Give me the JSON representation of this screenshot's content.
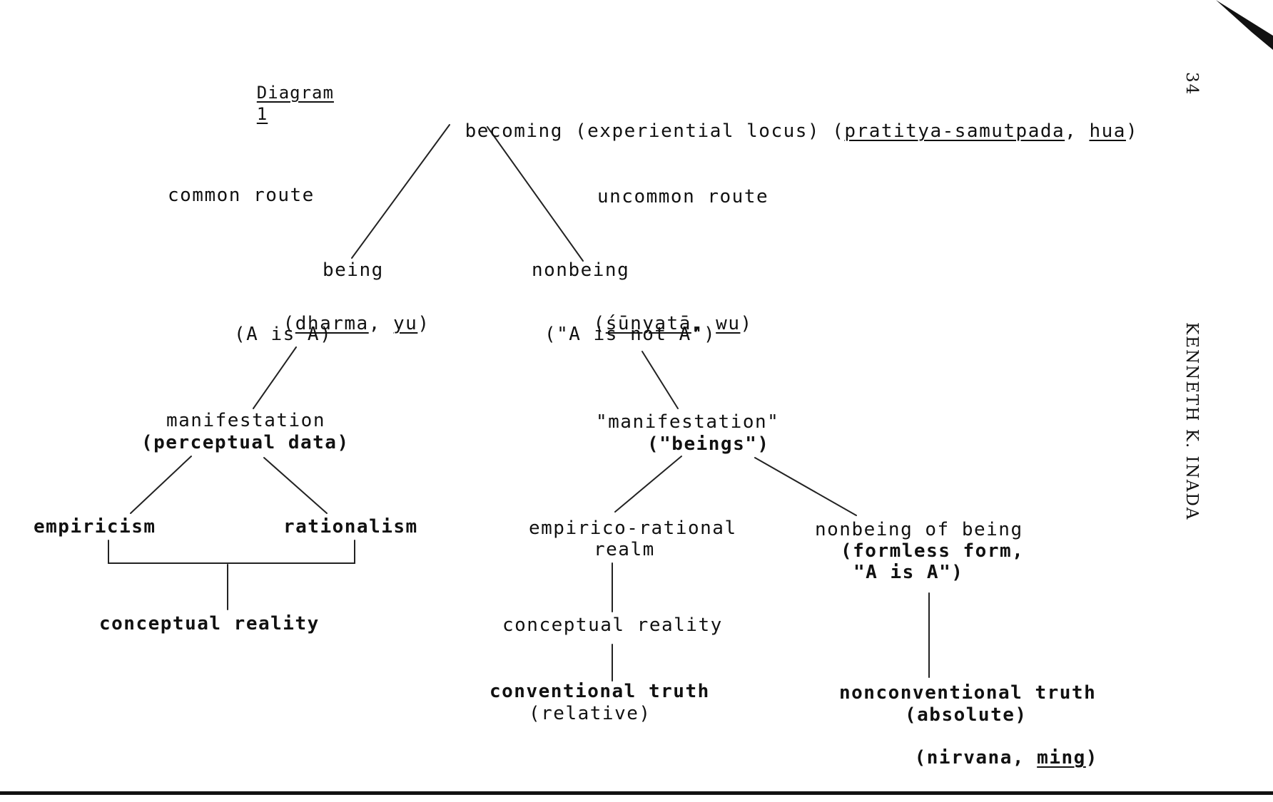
{
  "heading": {
    "title": "Diagram",
    "number": "1"
  },
  "page_number": "34",
  "running_head": "KENNETH K. INADA",
  "top": {
    "label": "becoming (experiential locus) (",
    "term1": "pratitya-samutpada",
    "sep": ", ",
    "term2": "hua",
    "close": ")"
  },
  "routes": {
    "common": "common route",
    "uncommon": "uncommon route"
  },
  "left": {
    "being": "being",
    "paren_open": "(",
    "term1": "dharma",
    "sep": ", ",
    "term2": "yu",
    "paren_close": ")",
    "formula": "(A is A)",
    "manifestation": "manifestation",
    "manifestation_note": "(perceptual data)",
    "empiricism": "empiricism",
    "rationalism": "rationalism",
    "conceptual_reality": "conceptual reality"
  },
  "right": {
    "nonbeing": "nonbeing",
    "paren_open": "(",
    "term1": "śūnyatā",
    "sep": ", ",
    "term2": "wu",
    "paren_close": ")",
    "formula": "(\"A is not A\")",
    "manifestation": "\"manifestation\"",
    "manifestation_note": "(\"beings\")",
    "empirico_rational_1": "empirico-rational",
    "empirico_rational_2": "realm",
    "conceptual_reality": "conceptual reality",
    "conventional_truth": "conventional truth",
    "conventional_note": "(relative)",
    "nonbeing_of_being": "nonbeing of being",
    "formless_1": "(formless form,",
    "formless_2": "\"A is A\")",
    "nonconventional_truth": "nonconventional truth",
    "nonconventional_note": "(absolute)",
    "nirvana_open": "(nirvana, ",
    "ming": "ming",
    "nirvana_close": ")"
  }
}
